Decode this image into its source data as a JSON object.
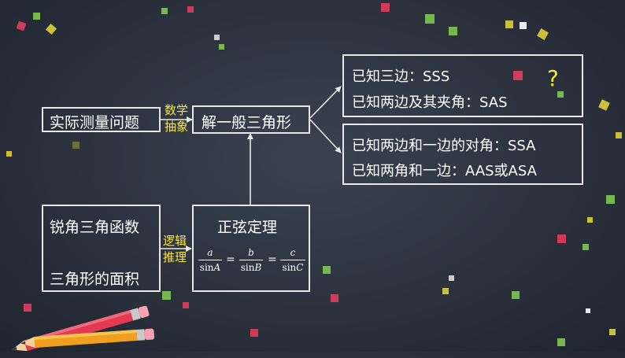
{
  "colors": {
    "background": "#2b323e",
    "box_border": "#e8e8e8",
    "annotation": "#ffe633",
    "question_mark": "#ffe633"
  },
  "boxes": {
    "practical": "实际测量问题",
    "solve": "解一般三角形",
    "acute_trig": "锐角三角函数",
    "triangle_area": "三角形的面积",
    "sine_law_title": "正弦定理"
  },
  "annotations": {
    "top": [
      "数学",
      "抽象"
    ],
    "bottom": [
      "逻辑",
      "推理"
    ]
  },
  "sine_law": {
    "a": "a",
    "b": "b",
    "c": "c",
    "sinA_prefix": "sin",
    "sinA_var": "A",
    "sinB_prefix": "sin",
    "sinB_var": "B",
    "sinC_prefix": "sin",
    "sinC_var": "C",
    "eq": "="
  },
  "cases_top": [
    "已知三边：SSS",
    "已知两边及其夹角：SAS"
  ],
  "cases_bottom": [
    "已知两边和一边的对角：SSA",
    "已知两角和一边：AAS或ASA"
  ],
  "question_mark": "?",
  "icons": [
    "pencil-red",
    "pencil-yellow"
  ]
}
